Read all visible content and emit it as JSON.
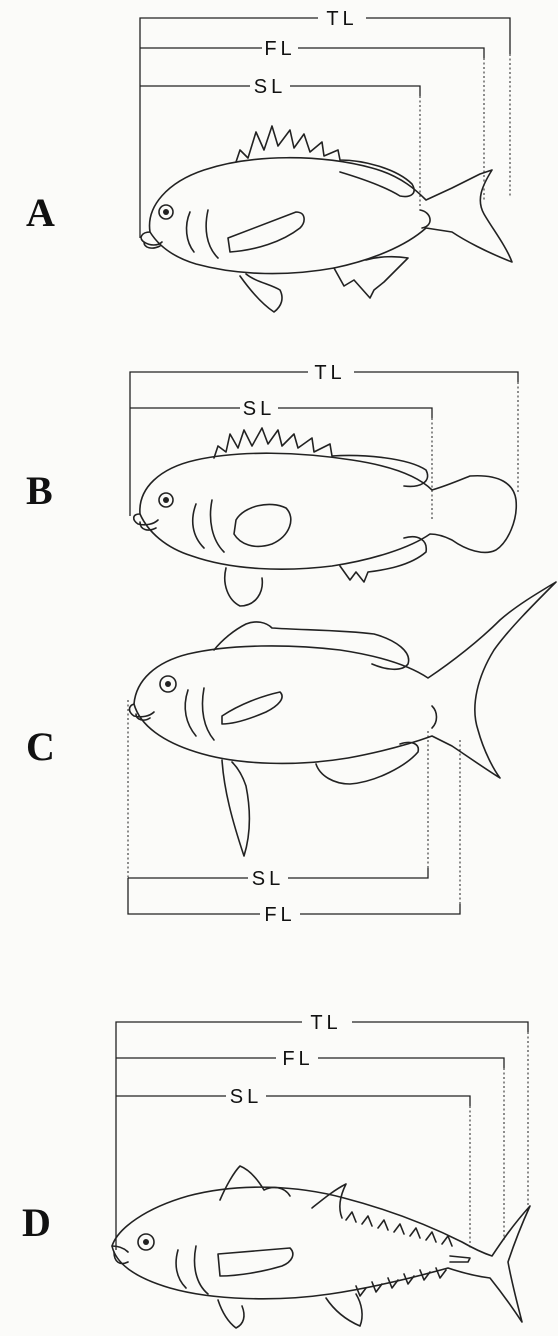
{
  "panels": [
    {
      "letter": "A",
      "labels": [
        "TL",
        "FL",
        "SL"
      ]
    },
    {
      "letter": "B",
      "labels": [
        "TL",
        "SL"
      ]
    },
    {
      "letter": "C",
      "labels": [
        "SL",
        "FL"
      ]
    },
    {
      "letter": "D",
      "labels": [
        "TL",
        "FL",
        "SL"
      ]
    }
  ]
}
